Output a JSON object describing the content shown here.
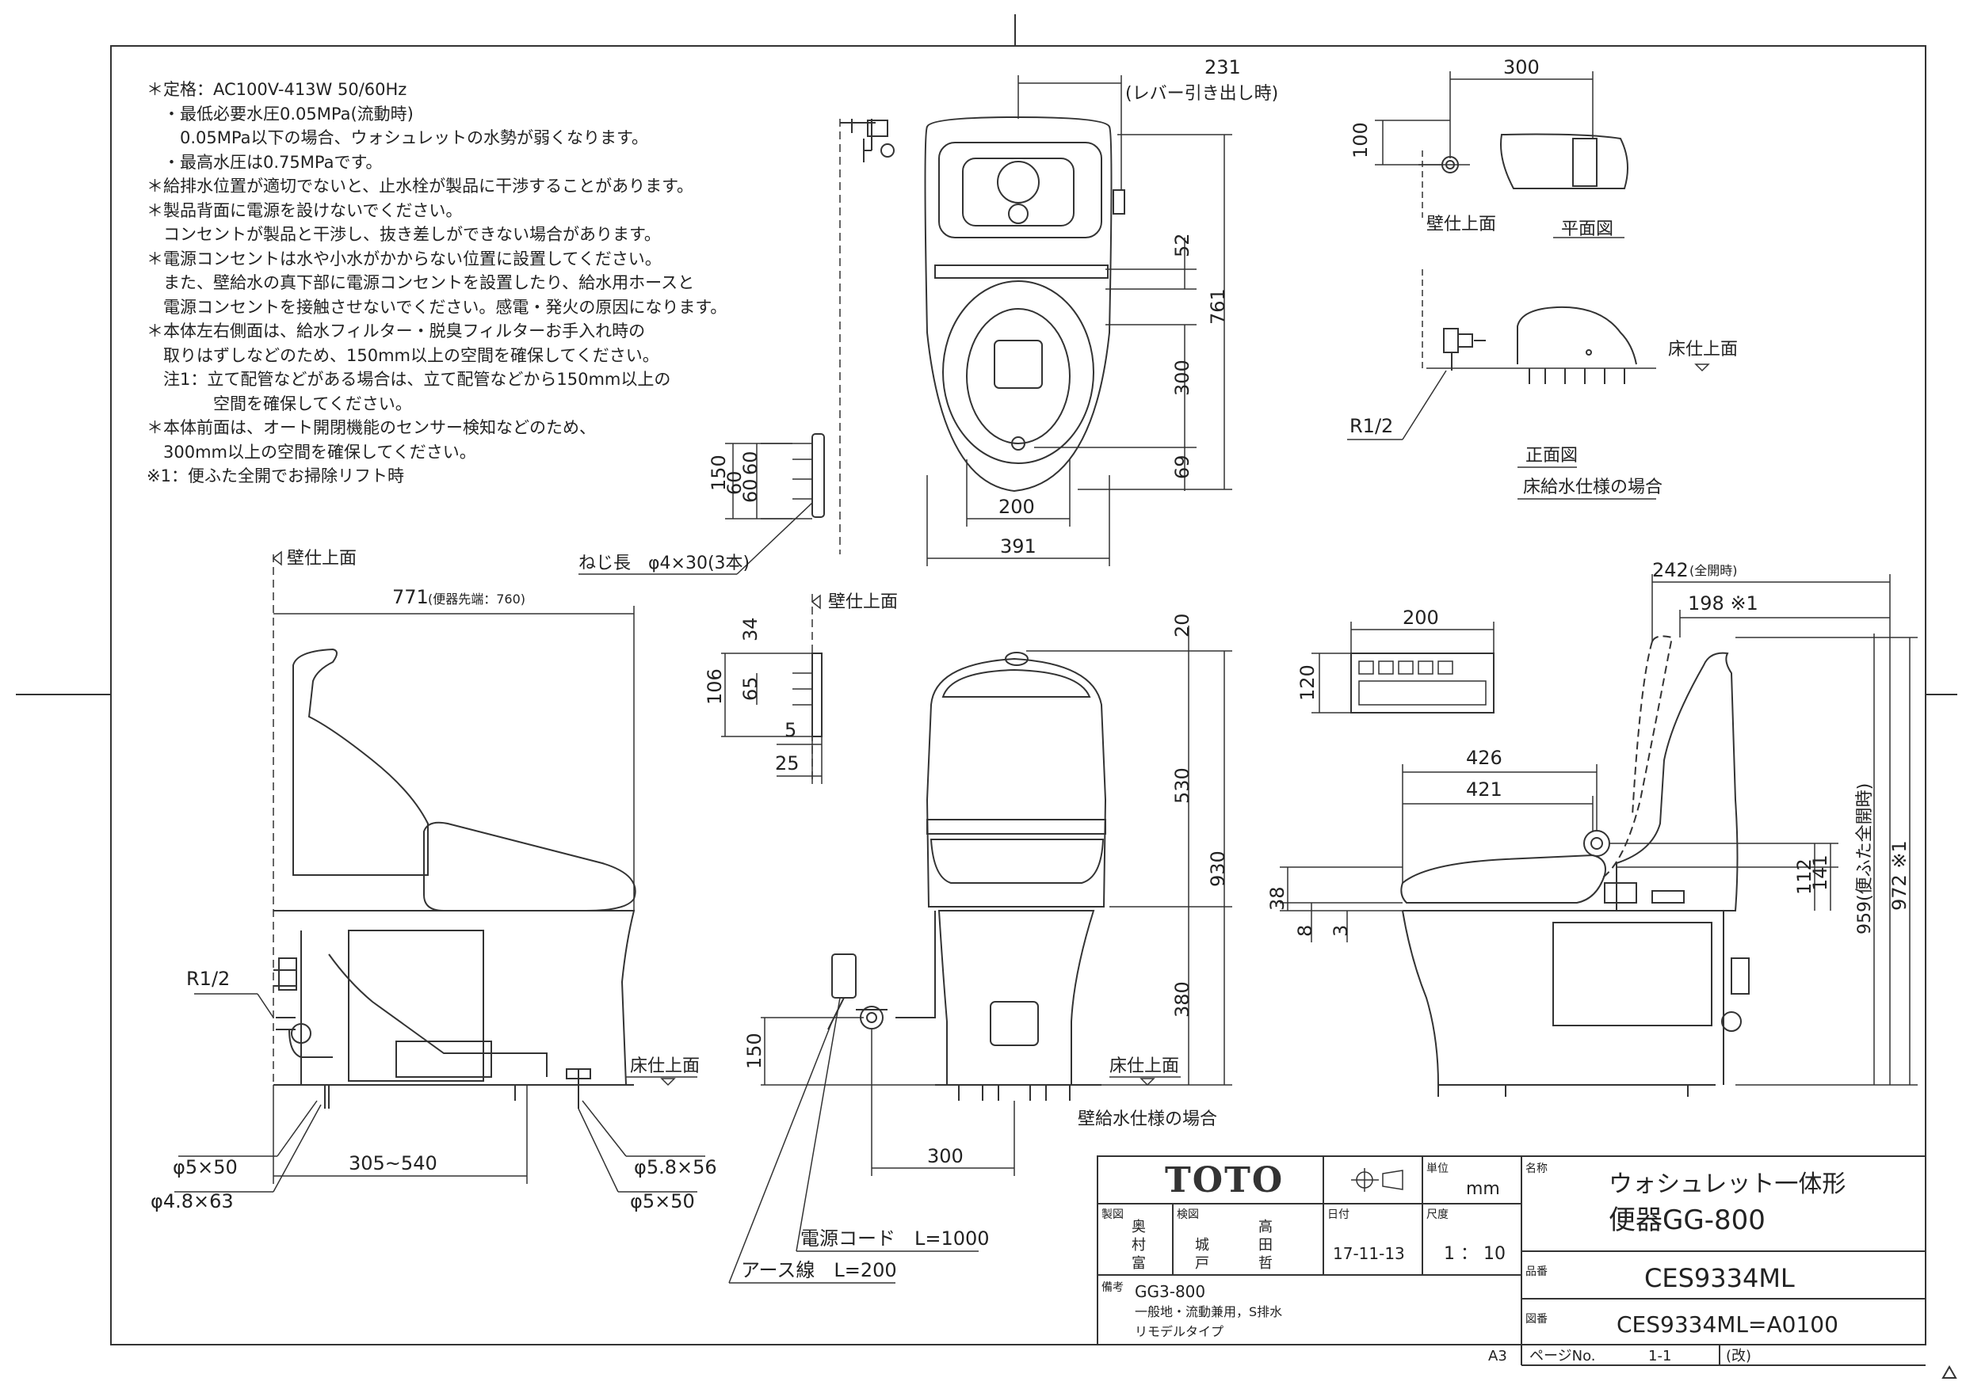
{
  "notes": [
    "＊定格：AC100V-413W 50/60Hz",
    "　・最低必要水圧0.05MPa(流動時)",
    "　　0.05MPa以下の場合、ウォシュレットの水勢が弱くなります。",
    "　・最高水圧は0.75MPaです。",
    "＊給排水位置が適切でないと、止水栓が製品に干渉することがあります。",
    "＊製品背面に電源を設けないでください。",
    "　コンセントが製品と干渉し、抜き差しができない場合があります。",
    "＊電源コンセントは水や小水がかからない位置に設置してください。",
    "　また、壁給水の真下部に電源コンセントを設置したり、給水用ホースと",
    "　電源コンセントを接触させないでください。感電・発火の原因になります。",
    "＊本体左右側面は、給水フィルター・脱臭フィルターお手入れ時の",
    "　取りはずしなどのため、150mm以上の空間を確保してください。",
    "　注1：立て配管などがある場合は、立て配管などから150mm以上の",
    "　　　　空間を確保してください。",
    "＊本体前面は、オート開閉機能のセンサー検知などのため、",
    "　300mm以上の空間を確保してください。",
    "※1：便ふた全開でお掃除リフト時"
  ],
  "plan_view": {
    "dims": [
      "231",
      "(レバー引き出し時)",
      "52",
      "761",
      "300",
      "69",
      "200",
      "391"
    ]
  },
  "remote_front": {
    "dims": [
      "150",
      "60",
      "60",
      "60"
    ],
    "screw_label": "ねじ長　φ4×30(3本)"
  },
  "small_plan": {
    "dims": [
      "300",
      "100"
    ],
    "wall_label": "壁仕上面",
    "caption": "平面図"
  },
  "small_front": {
    "floor_label": "床仕上面",
    "r_label": "R1/2",
    "caption": "正面図",
    "subcaption": "床給水仕様の場合"
  },
  "side_view": {
    "wall_label": "壁仕上面",
    "dim_top": "771",
    "dim_top_note": "(便器先端：760)",
    "r_label": "R1/2",
    "floor_label": "床仕上面",
    "dim_bottom": "305~540",
    "fasteners": [
      "φ5×50",
      "φ4.8×63",
      "φ5.8×56",
      "φ5×50"
    ]
  },
  "remote_side": {
    "wall_label": "壁仕上面",
    "dims": [
      "34",
      "106",
      "65",
      "5",
      "25"
    ]
  },
  "front_view": {
    "dims": [
      "20",
      "530",
      "930",
      "380",
      "150",
      "300"
    ],
    "floor_label": "床仕上面",
    "caption": "壁給水仕様の場合",
    "cord_label": "電源コード　L=1000",
    "earth_label": "アース線　L=200"
  },
  "remote_panel": {
    "dims": [
      "200",
      "120"
    ]
  },
  "right_view": {
    "dims": [
      "242",
      "(全開時)",
      "198 ※1",
      "426",
      "421",
      "38",
      "8",
      "3",
      "112",
      "141",
      "959(便ふた全開時)",
      "972 ※1"
    ]
  },
  "title_block": {
    "brand": "TOTO",
    "unit_label": "単位",
    "unit": "mm",
    "name_label": "名称",
    "name_line1": "ウォシュレット一体形",
    "name_line2": "便器GG-800",
    "drawn_label": "製図",
    "drawn_by": [
      "奥",
      "村",
      "富"
    ],
    "checked_label": "検図",
    "checked_by": [
      "高",
      "城",
      "田",
      "戸",
      "哲"
    ],
    "date_label": "日付",
    "date": "17-11-13",
    "scale_label": "尺度",
    "scale": "1 ： 10",
    "part_label": "品番",
    "part_no": "CES9334ML",
    "remarks_label": "備考",
    "remarks": [
      "GG3-800",
      "一般地・流動兼用，S排水",
      "リモデルタイプ"
    ],
    "drawing_label": "図番",
    "drawing_no": "CES9334ML=A0100",
    "sheet_size": "A3",
    "page_label": "ページNo.",
    "page_no": "1-1",
    "rev_label": "(改)"
  }
}
